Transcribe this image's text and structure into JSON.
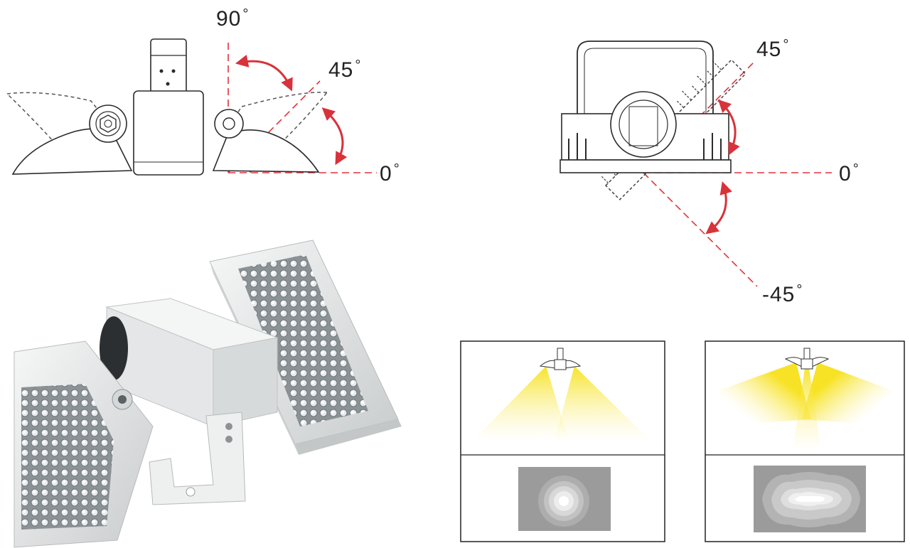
{
  "side_view": {
    "angle_top": "90",
    "angle_mid": "45",
    "angle_zero": "0"
  },
  "front_view": {
    "angle_up": "45",
    "angle_zero": "0",
    "angle_down": "-45"
  },
  "degree_symbol": "°",
  "colors": {
    "arrow": "#d8323a",
    "dash_line": "#e0333b",
    "outline": "#2b2b2b",
    "beam_yellow": "#f7e11a",
    "housing": "#eceeee",
    "iso_background": "#9b9b9b"
  },
  "icons": {
    "rotation_arrow": "curved-double-arrow-icon",
    "product": "floodlight-fixture-icon",
    "mini_fixture": "mini-floodlight-icon"
  }
}
